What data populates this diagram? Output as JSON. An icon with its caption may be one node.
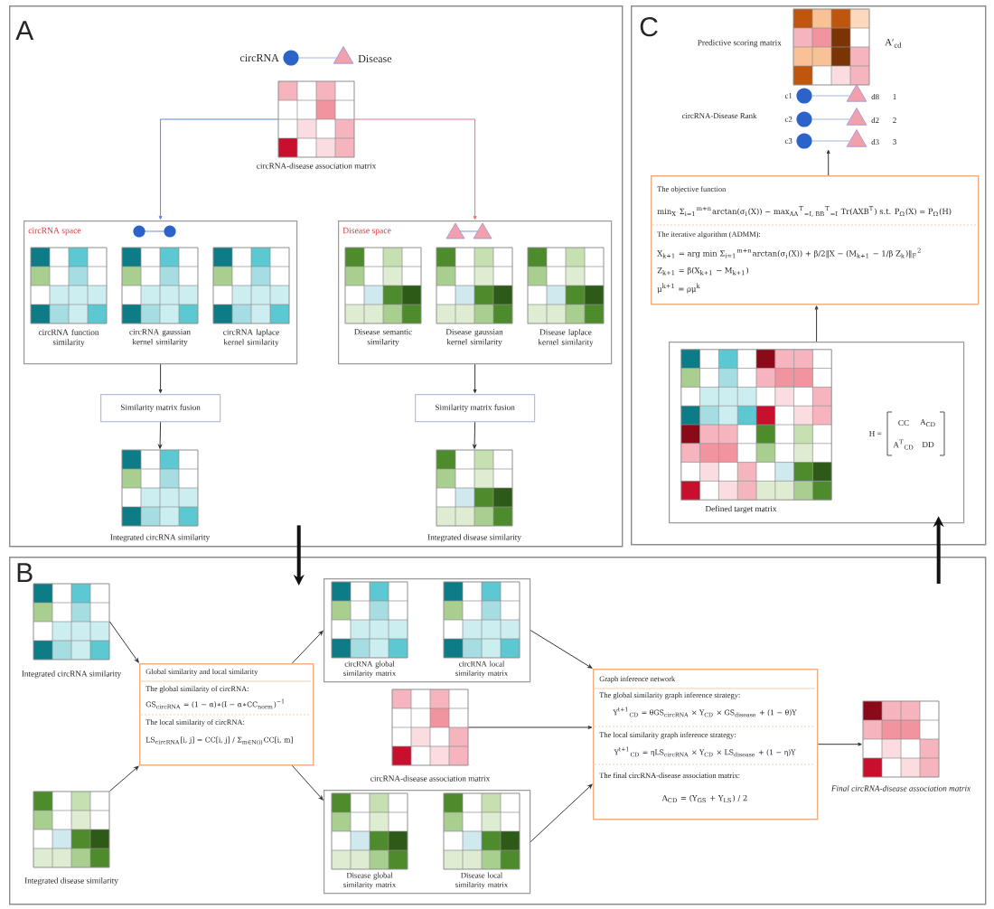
{
  "diagram": {
    "nodes": [
      {
        "text": [
          "A"
        ]
      },
      {
        "text": [],
        "shape": "circle",
        "in": 0,
        "beside": [
          "circRNA"
        ]
      },
      {
        "text": [],
        "shape": "triangle",
        "in": 0,
        "beside": [
          "Disease"
        ]
      },
      {
        "text": [],
        "shape": "grid",
        "in": 0,
        "beside": [
          "circRNA-disease association matrix"
        ]
      },
      {
        "text": [
          "circRNA space"
        ],
        "in": 0
      },
      {
        "text": [],
        "shape": "grid",
        "in": 4,
        "beside": [
          "circRNA function similarity"
        ]
      },
      {
        "text": [],
        "shape": "grid",
        "in": 4,
        "beside": [
          "circRNA gaussian kernel similarity"
        ]
      },
      {
        "text": [],
        "shape": "grid",
        "in": 4,
        "beside": [
          "circRNA laplace kernel similarity"
        ]
      },
      {
        "text": [
          "Disease space"
        ],
        "in": 0
      },
      {
        "text": [],
        "shape": "grid",
        "in": 8,
        "beside": [
          "Disease semantic similarity"
        ]
      },
      {
        "text": [],
        "shape": "grid",
        "in": 8,
        "beside": [
          "Disease gaussian kernel similarity"
        ]
      },
      {
        "text": [],
        "shape": "grid",
        "in": 8,
        "beside": [
          "Disease laplace kernel similarity"
        ]
      },
      {
        "text": [
          "Similarity matrix fusion"
        ],
        "in": 0
      },
      {
        "text": [
          "Similarity matrix fusion"
        ],
        "in": 0
      },
      {
        "text": [],
        "shape": "grid",
        "in": 0,
        "beside": [
          "Integrated circRNA similarity"
        ]
      },
      {
        "text": [],
        "shape": "grid",
        "in": 0,
        "beside": [
          "Integrated disease similarity"
        ]
      },
      {
        "text": [
          "C"
        ]
      },
      {
        "text": [],
        "shape": "grid",
        "in": 16,
        "beside": [
          "Predictive scoring matrix",
          "A′$_{cd}$"
        ]
      },
      {
        "text": [],
        "shape": "circle",
        "in": 16,
        "beside": [
          "c1"
        ]
      },
      {
        "text": [],
        "shape": "triangle",
        "in": 16,
        "beside": [
          "d8",
          "1"
        ]
      },
      {
        "text": [],
        "shape": "circle",
        "in": 16,
        "beside": [
          "c2"
        ]
      },
      {
        "text": [],
        "shape": "triangle",
        "in": 16,
        "beside": [
          "d2",
          "2"
        ]
      },
      {
        "text": [],
        "shape": "circle",
        "in": 16,
        "beside": [
          "c3"
        ]
      },
      {
        "text": [],
        "shape": "triangle",
        "in": 16,
        "beside": [
          "d3",
          "3"
        ]
      },
      {
        "text": [
          "The objective function",
          "min$_{X}$ Σ$_{i=1}$$^{m+n}$arctan(σ$_{i}$(X)) − max$_{AA}$$^{T}$$_{=I, BB}$$^{T}$$_{=I}$ Tr(AXB$^{T}$) s.t. P$_{Ω}$(X) = P$_{Ω}$(H)",
          "The iterative algorithm (ADMM):",
          "X$_{k+1}$ = arg min Σ$_{i=1}$$^{m+n}$arctan(σ$_{i}$(X)) + β/2‖X − (M$_{k+1}$ − 1/β Z$_{k}$)‖$_{F}$$^{2}$",
          "Z$_{k+1}$ = β(X$_{k+1}$ − M$_{k+1}$)",
          "μ$^{k+1}$ = ρμ$^{k}$"
        ],
        "in": 16
      },
      {
        "text": [],
        "shape": "box",
        "in": 16
      },
      {
        "text": [],
        "shape": "grid",
        "in": 25,
        "beside": [
          "Defined target matrix"
        ]
      },
      {
        "text": [
          "B"
        ]
      },
      {
        "text": [],
        "shape": "grid",
        "in": 27,
        "beside": [
          "Integrated circRNA similarity"
        ]
      },
      {
        "text": [
          "Global similarity and local similarity",
          "The global similarity of circRNA:",
          "GS$_{circRNA}$ = (1 − α)∗(I − α∗CC$_{norm}$)$^{−1}$",
          "The local similarity of circRNA:",
          "LS$_{circRNA}$[i, j] = CC[i, j] / Σ$_{m∈N(i)}$CC[i, m]"
        ],
        "in": 27
      },
      {
        "text": [],
        "shape": "box",
        "in": 27
      },
      {
        "text": [],
        "shape": "grid",
        "in": 30,
        "beside": [
          "circRNA global similarity matrix"
        ]
      },
      {
        "text": [],
        "shape": "grid",
        "in": 30,
        "beside": [
          "circRNA local similarity matrix"
        ]
      },
      {
        "text": [],
        "shape": "grid",
        "in": 27,
        "beside": [
          "circRNA-disease association matrix"
        ]
      },
      {
        "text": [],
        "shape": "grid",
        "in": 27,
        "beside": [
          "Integrated disease similarity"
        ]
      },
      {
        "text": [],
        "shape": "box",
        "in": 27
      },
      {
        "text": [],
        "shape": "grid",
        "in": 35,
        "beside": [
          "Disease global similarity matrix"
        ]
      },
      {
        "text": [],
        "shape": "grid",
        "in": 35,
        "beside": [
          "Disease local similarity matrix"
        ]
      },
      {
        "text": [
          "Graph inference network",
          "The global similarity graph inference strategy:",
          "Y$^{t+1}$$_{CD}$ = θGS$_{circRNA}$ × Y$_{CD}$ × GS$_{disease}$ + (1 − θ)Y",
          "The local similarity graph inference strategy:",
          "Y$^{t+1}$$_{CD}$ = ηLS$_{circRNA}$ × Y$_{CD}$ × LS$_{disease}$ + (1 − η)Y",
          "The final circRNA-disease association matrix:",
          "A$_{CD}$ = (Y$_{GS}$ + Y$_{LS}$) / 2"
        ],
        "in": 27
      },
      {
        "text": [],
        "shape": "grid",
        "in": 27,
        "beside": [
          "Final circRNA-disease association matrix"
        ]
      }
    ],
    "edges": [
      {
        "from": 1,
        "to": 2,
        "arrow": "none",
        "color": "#a3b6de"
      },
      {
        "from": 3,
        "to": 4,
        "arrow": "to",
        "color": "#5b86da"
      },
      {
        "from": 3,
        "to": 8,
        "arrow": "to",
        "color": "#e87382"
      },
      {
        "from": 4,
        "to": 12,
        "arrow": "to"
      },
      {
        "from": 12,
        "to": 14,
        "arrow": "to"
      },
      {
        "from": 8,
        "to": 13,
        "arrow": "to"
      },
      {
        "from": 13,
        "to": 15,
        "arrow": "to"
      },
      {
        "from": 0,
        "to": 27,
        "arrow": "to",
        "style": "thick"
      },
      {
        "from": 18,
        "to": 19,
        "arrow": "none",
        "color": "#a3b6de"
      },
      {
        "from": 20,
        "to": 21,
        "arrow": "none",
        "color": "#a3b6de"
      },
      {
        "from": 22,
        "to": 23,
        "arrow": "none",
        "color": "#a3b6de"
      },
      {
        "from": 25,
        "to": 24,
        "arrow": "to"
      },
      {
        "from": 24,
        "to": 22,
        "arrow": "to"
      },
      {
        "from": 27,
        "to": 25,
        "arrow": "to",
        "style": "thick"
      },
      {
        "from": 28,
        "to": 29,
        "arrow": "to"
      },
      {
        "from": 34,
        "to": 29,
        "arrow": "to"
      },
      {
        "from": 29,
        "to": 30,
        "arrow": "to"
      },
      {
        "from": 29,
        "to": 35,
        "arrow": "to"
      },
      {
        "from": 30,
        "to": 38,
        "arrow": "to"
      },
      {
        "from": 33,
        "to": 38,
        "arrow": "to"
      },
      {
        "from": 35,
        "to": 38,
        "arrow": "to"
      },
      {
        "from": 38,
        "to": 39,
        "arrow": "to"
      }
    ],
    "labels": [
      "circRNA-Disease Rank",
      "H =",
      "CC",
      "A$_{CD}$",
      "A$^{T}$$_{CD}$",
      "DD"
    ]
  }
}
